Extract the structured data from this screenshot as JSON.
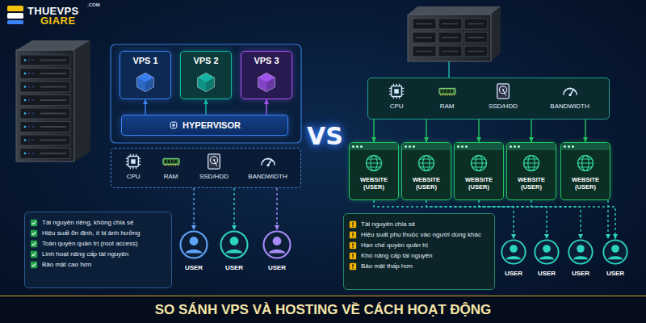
{
  "diagram": {
    "title": "SO SÁNH VPS VÀ HOSTING VỀ CÁCH HOẠT ĐỘNG",
    "nodes": [
      {
        "text": [
          "VPS 1"
        ]
      },
      {
        "text": [
          "VPS 2"
        ]
      },
      {
        "text": [
          "VPS 3"
        ]
      },
      {
        "text": [
          "HYPERVISOR"
        ]
      },
      {
        "text": [
          "CPU",
          "RAM",
          "SSD/HDD",
          "BANDWIDTH"
        ]
      },
      {
        "text": [
          "USER"
        ]
      },
      {
        "text": [
          "USER"
        ]
      },
      {
        "text": [
          "USER"
        ]
      },
      {
        "text": [
          "Tài nguyên riêng, không chia sẻ",
          "Hiệu suất ổn định, ít bị ảnh hưởng",
          "Toàn quyền quản trị (root access)",
          "Linh hoạt nâng cấp tài nguyên",
          "Bảo mật cao hơn"
        ]
      },
      {
        "text": [
          "CPU",
          "RAM",
          "SSD/HDD",
          "BANDWIDTH"
        ]
      },
      {
        "text": [
          "WEBSITE (USER)"
        ]
      },
      {
        "text": [
          "WEBSITE (USER)"
        ]
      },
      {
        "text": [
          "WEBSITE (USER)"
        ]
      },
      {
        "text": [
          "WEBSITE (USER)"
        ]
      },
      {
        "text": [
          "WEBSITE (USER)"
        ]
      },
      {
        "text": [
          "Tài nguyên chia sẻ",
          "Hiệu suất phụ thuộc vào người dùng khác",
          "Hạn chế quyền quản trị",
          "Khó nâng cấp tài nguyên",
          "Bảo mật thấp hơn"
        ]
      },
      {
        "text": [
          "USER"
        ]
      },
      {
        "text": [
          "USER"
        ]
      },
      {
        "text": [
          "USER"
        ]
      },
      {
        "text": [
          "USER"
        ]
      }
    ],
    "edges": [
      {
        "from": 3,
        "to": 0,
        "arrow": "to"
      },
      {
        "from": 3,
        "to": 1,
        "arrow": "to"
      },
      {
        "from": 3,
        "to": 2,
        "arrow": "to"
      },
      {
        "from": 4,
        "to": 5,
        "arrow": "to"
      },
      {
        "from": 4,
        "to": 6,
        "arrow": "to"
      },
      {
        "from": 4,
        "to": 7,
        "arrow": "to"
      },
      {
        "from": 9,
        "to": 10,
        "arrow": "to"
      },
      {
        "from": 9,
        "to": 11,
        "arrow": "to"
      },
      {
        "from": 9,
        "to": 12,
        "arrow": "to"
      },
      {
        "from": 9,
        "to": 13,
        "arrow": "to"
      },
      {
        "from": 9,
        "to": 14,
        "arrow": "to"
      },
      {
        "from": 10,
        "to": 16,
        "arrow": "to"
      },
      {
        "from": 11,
        "to": 17,
        "arrow": "to"
      },
      {
        "from": 12,
        "to": 18,
        "arrow": "to"
      },
      {
        "from": 13,
        "to": 19,
        "arrow": "to"
      },
      {
        "from": 14,
        "to": 19,
        "arrow": "to"
      }
    ],
    "labels": [
      "THUEVPS",
      ".COM",
      "GIARE",
      "VS"
    ]
  }
}
